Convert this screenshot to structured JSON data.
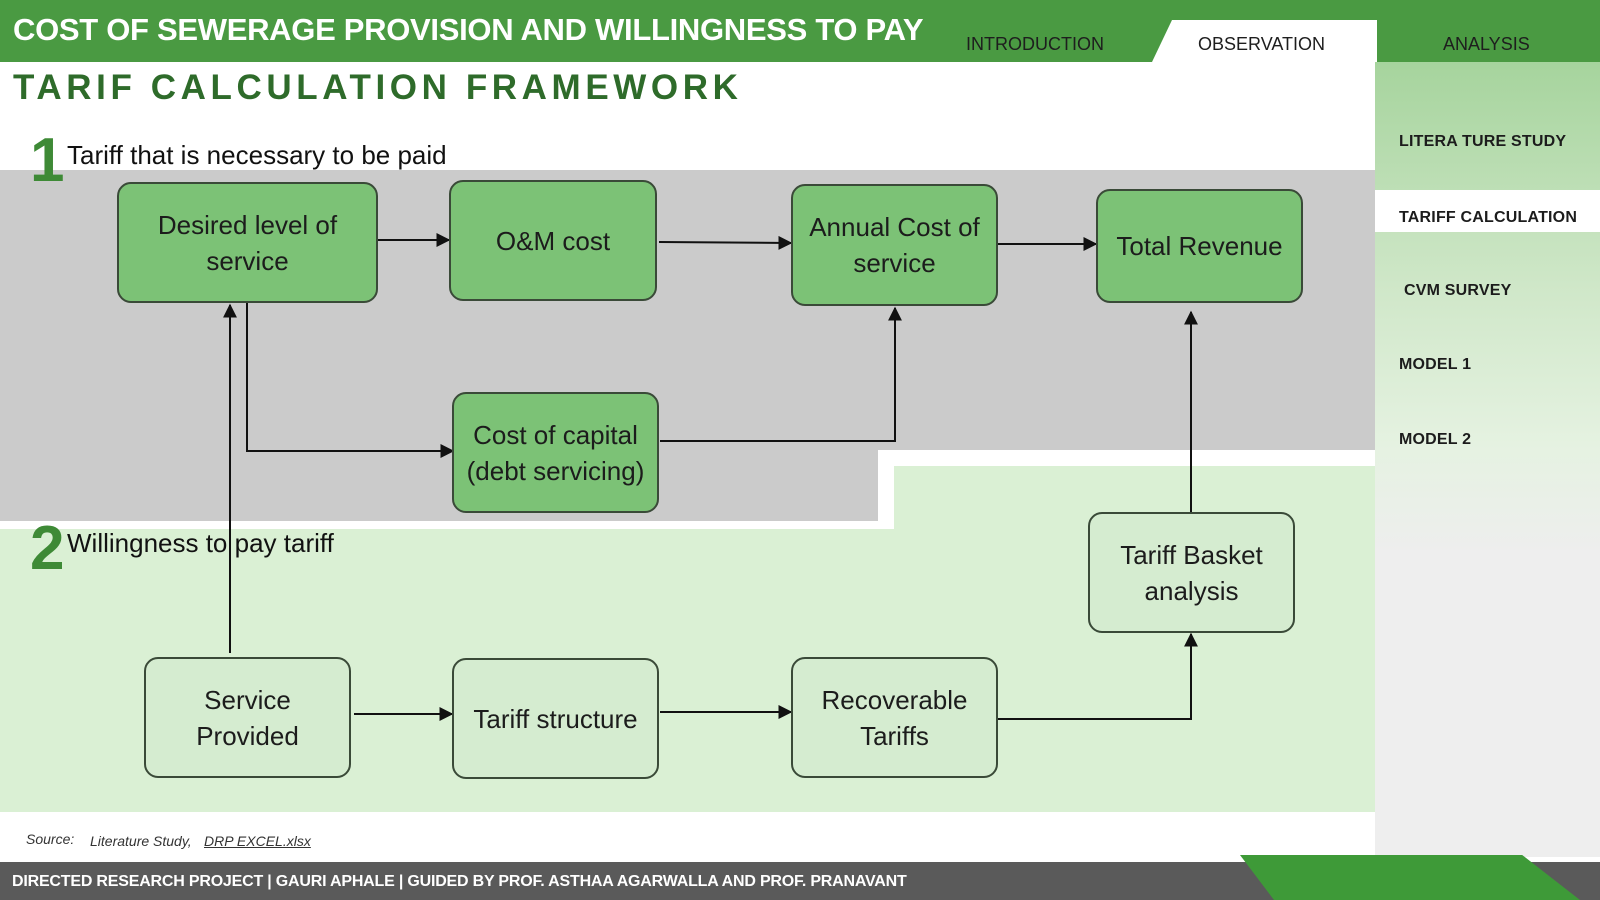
{
  "header": {
    "title": "COST OF SEWERAGE PROVISION AND WILLINGNESS TO PAY",
    "tabs": [
      {
        "label": "INTRODUCTION",
        "active": false
      },
      {
        "label": "OBSERVATION",
        "active": true
      },
      {
        "label": "ANALYSIS",
        "active": false
      }
    ],
    "subtitle": "TARIF CALCULATION FRAMEWORK"
  },
  "sidebar": {
    "items": [
      {
        "label": "LITERA TURE STUDY",
        "active": false
      },
      {
        "label": "TARIFF CALCULATION",
        "active": true
      },
      {
        "label": "CVM SURVEY",
        "active": false
      },
      {
        "label": "MODEL 1",
        "active": false
      },
      {
        "label": "MODEL 2",
        "active": false
      }
    ]
  },
  "diagram": {
    "sections": [
      {
        "number": "1",
        "label": "Tariff that is necessary  to be paid"
      },
      {
        "number": "2",
        "label": "Willingness to pay tariff"
      }
    ],
    "nodes": {
      "desired_level": "Desired level of service",
      "om_cost": "O&M cost",
      "annual_cost": "Annual Cost of service",
      "total_revenue": "Total Revenue",
      "cost_of_capital": "Cost of capital (debt servicing)",
      "tariff_basket": "Tariff Basket analysis",
      "service_provided": "Service Provided",
      "tariff_structure": "Tariff structure",
      "recoverable_tariffs": "Recoverable Tariffs"
    },
    "colors": {
      "section1_bg": "#cbcbcb",
      "section2_bg": "#daf0d4",
      "dark_node": "#7cc276",
      "light_node": "#d5ecd0"
    }
  },
  "source": {
    "label": "Source:",
    "text": "Literature Study,",
    "link": "DRP EXCEL.xlsx"
  },
  "footer": {
    "text": "DIRECTED RESEARCH PROJECT | GAURI APHALE | GUIDED BY PROF. ASTHAA AGARWALLA AND PROF. PRANAVANT"
  }
}
